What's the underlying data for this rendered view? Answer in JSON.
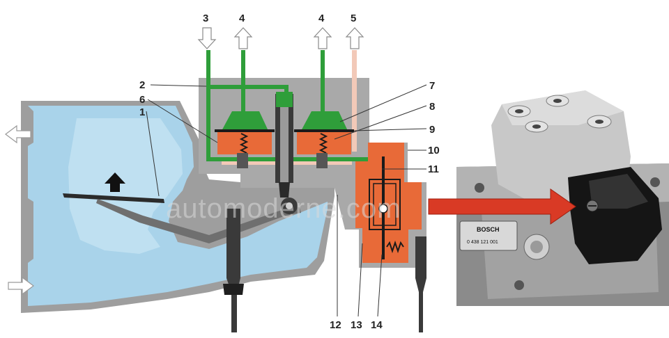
{
  "watermark": "automoderne.com",
  "labels": {
    "l1": "1",
    "l2": "2",
    "l3": "3",
    "l4a": "4",
    "l4b": "4",
    "l5": "5",
    "l6": "6",
    "l7": "7",
    "l8": "8",
    "l9": "9",
    "l10": "10",
    "l11": "11",
    "l12": "12",
    "l13": "13",
    "l14": "14"
  },
  "photo": {
    "plate_brand": "BOSCH",
    "plate_number": "0 438 121 001"
  },
  "colors": {
    "fuel_chamber": "#a9d3ea",
    "body_gray": "#a9a9a9",
    "green_circuit": "#2f9e3a",
    "orange_chamber": "#e86a38",
    "pink_line": "#f2c9b8",
    "arrow_red": "#d93a25"
  }
}
